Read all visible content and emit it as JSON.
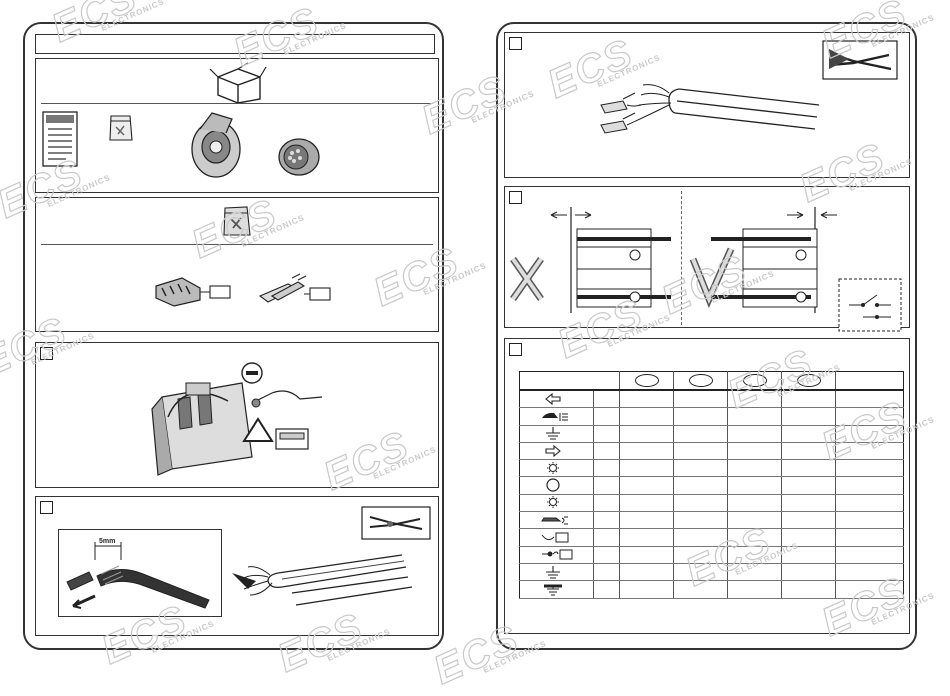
{
  "labels": {
    "wire_strip_length": "5mm"
  },
  "watermark": {
    "brand": "ECS",
    "subtitle": "ELECTRONICS"
  },
  "wiring_table": {
    "color_columns": 4,
    "rows": 12,
    "row_icons": [
      "arrow-left-icon",
      "rear-fog-car-icon",
      "ground-icon",
      "arrow-right-icon",
      "sun-lamp-icon",
      "circle-lamp-icon",
      "sun-lamp-icon",
      "car-light-icon",
      "battery-cable-icon",
      "battery-plug-icon",
      "ground-icon",
      "ground-bar-icon"
    ]
  },
  "colors": {
    "line": "#222222",
    "watermark": "#c9c9c9",
    "background": "#ffffff"
  }
}
